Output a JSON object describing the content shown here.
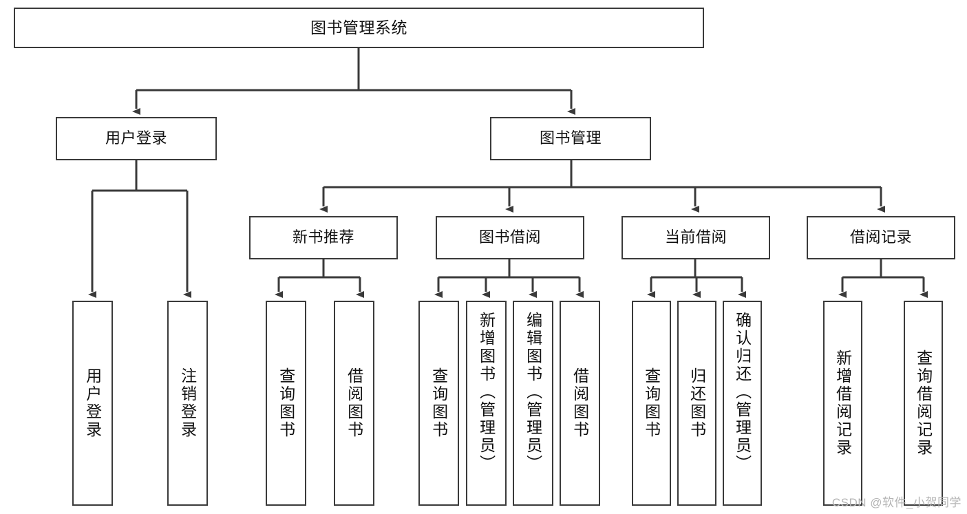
{
  "diagram": {
    "type": "tree",
    "title": "图书管理系统",
    "orientation": "top-down",
    "colors": {
      "box_border": "#3a3a3a",
      "box_fill": "#ffffff",
      "connector": "#3a3a3a",
      "text": "#111111",
      "watermark": "#b4b4b4",
      "background": "#ffffff"
    },
    "nodes": {
      "root": {
        "label": "图书管理系统",
        "level": 0
      },
      "level1": [
        {
          "id": "user-login",
          "label": "用户登录"
        },
        {
          "id": "book-manage",
          "label": "图书管理"
        }
      ],
      "level2": [
        {
          "id": "new-book-recommend",
          "label": "新书推荐"
        },
        {
          "id": "book-borrow",
          "label": "图书借阅"
        },
        {
          "id": "current-borrow",
          "label": "当前借阅"
        },
        {
          "id": "borrow-record",
          "label": "借阅记录"
        }
      ],
      "leaves": {
        "user-login": [
          {
            "id": "leaf-user-login",
            "label": "用户登录"
          },
          {
            "id": "leaf-logout",
            "label": "注销登录"
          }
        ],
        "new-book-recommend": [
          {
            "id": "leaf-query-book-1",
            "label": "查询图书"
          },
          {
            "id": "leaf-borrow-book-1",
            "label": "借阅图书"
          }
        ],
        "book-borrow": [
          {
            "id": "leaf-query-book-2",
            "label": "查询图书"
          },
          {
            "id": "leaf-add-book",
            "label": "新增图书（管理员）"
          },
          {
            "id": "leaf-edit-book",
            "label": "编辑图书（管理员）"
          },
          {
            "id": "leaf-borrow-book-2",
            "label": "借阅图书"
          }
        ],
        "current-borrow": [
          {
            "id": "leaf-query-book-3",
            "label": "查询图书"
          },
          {
            "id": "leaf-return-book",
            "label": "归还图书"
          },
          {
            "id": "leaf-confirm-return",
            "label": "确认归还（管理员）"
          }
        ],
        "borrow-record": [
          {
            "id": "leaf-add-record",
            "label": "新增借阅记录"
          },
          {
            "id": "leaf-query-record",
            "label": "查询借阅记录"
          }
        ]
      }
    }
  },
  "watermark": {
    "text": "CSDN @软件_小贺同学"
  }
}
